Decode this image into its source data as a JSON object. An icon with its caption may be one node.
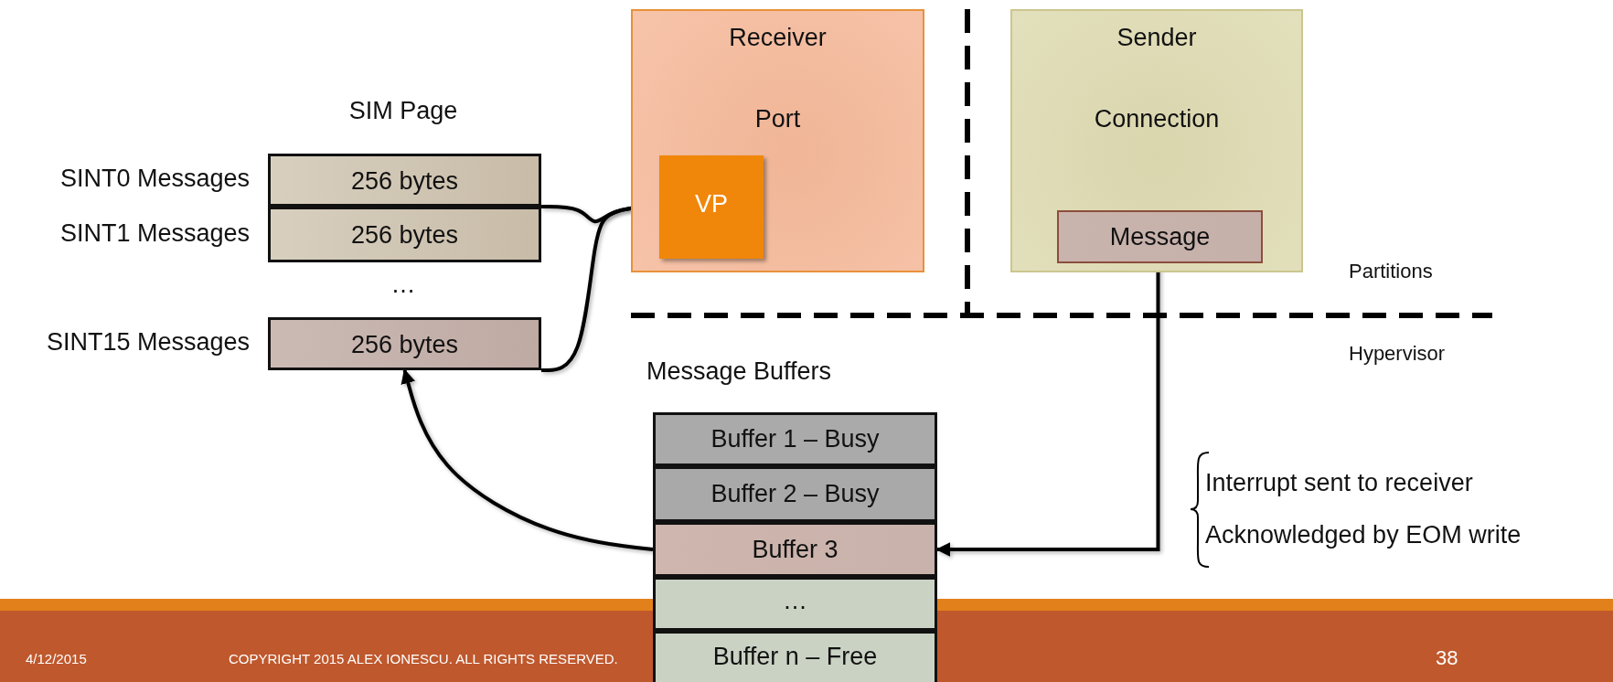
{
  "diagram": {
    "nodes": [
      {
        "text": [
          "Receiver",
          "Port"
        ]
      },
      {
        "text": [
          "VP"
        ],
        "in": 0
      },
      {
        "text": [
          "Sender",
          "Connection"
        ]
      },
      {
        "text": [
          "Message"
        ],
        "in": 2
      },
      {
        "text": [
          "256 bytes"
        ],
        "beside": [
          "SINT0 Messages"
        ]
      },
      {
        "text": [
          "256 bytes"
        ],
        "beside": [
          "SINT1 Messages"
        ]
      },
      {
        "text": [
          "256 bytes"
        ],
        "beside": [
          "SINT15 Messages"
        ]
      },
      {
        "text": [
          "Buffer 1 – Busy"
        ]
      },
      {
        "text": [
          "Buffer 2 – Busy"
        ]
      },
      {
        "text": [
          "Buffer 3"
        ]
      },
      {
        "text": [
          "…"
        ]
      },
      {
        "text": [
          "Buffer n – Free"
        ]
      }
    ],
    "edges": [
      {
        "from": 4,
        "to": 1,
        "arrow": "none"
      },
      {
        "from": 6,
        "to": 1,
        "arrow": "none"
      },
      {
        "from": 3,
        "to": 9,
        "arrow": "to"
      },
      {
        "from": 9,
        "to": 6,
        "arrow": "to"
      }
    ],
    "labels": [
      "SIM Page",
      "…",
      "Partitions",
      "Message Buffers",
      "Hypervisor",
      "Interrupt sent to receiver",
      "Acknowledged by EOM write",
      "4/12/2015",
      "COPYRIGHT 2015 ALEX IONESCU. ALL RIGHTS RESERVED.",
      "38"
    ]
  }
}
